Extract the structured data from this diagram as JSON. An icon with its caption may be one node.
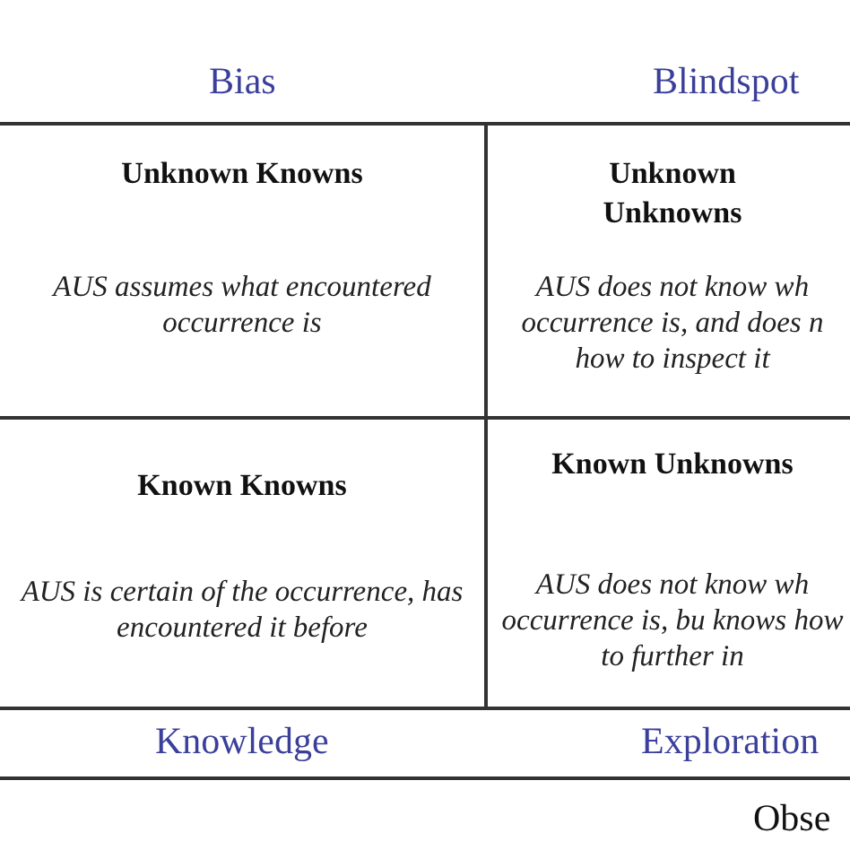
{
  "diagram": {
    "nodes": [
      {
        "text": [
          "Unknown Knowns",
          "AUS assumes what encountered occurrence is"
        ]
      },
      {
        "text": [
          "Unknown Unknowns",
          "AUS does not know wh occurrence is, and does n how to inspect it"
        ]
      },
      {
        "text": [
          "Known Knowns",
          "AUS is certain of the occurrence, has encountered it before"
        ]
      },
      {
        "text": [
          "Known Unknowns",
          "AUS does not know wh occurrence is, bu knows how to further in"
        ]
      }
    ],
    "edges": [],
    "labels": [
      "Bias",
      "Blindspot",
      "Knowledge",
      "Exploration",
      "Obse"
    ]
  }
}
